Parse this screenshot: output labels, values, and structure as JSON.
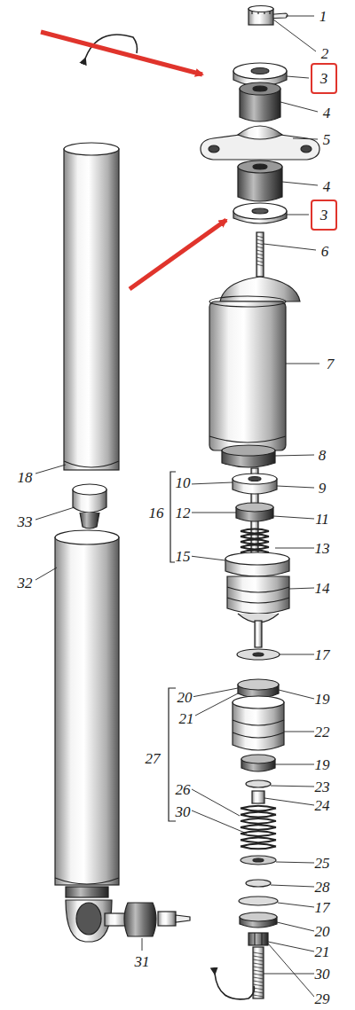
{
  "diagram": {
    "nodes": [
      {
        "text": [
          "3"
        ]
      },
      {
        "text": [
          "3"
        ]
      }
    ],
    "labels": [
      "1",
      "2",
      "4",
      "5",
      "4",
      "6",
      "7",
      "8",
      "18",
      "10",
      "9",
      "16",
      "12",
      "11",
      "33",
      "13",
      "15",
      "32",
      "14",
      "17",
      "20",
      "19",
      "21",
      "22",
      "27",
      "19",
      "23",
      "26",
      "24",
      "30",
      "25",
      "28",
      "17",
      "20",
      "21",
      "31",
      "30",
      "29"
    ]
  }
}
